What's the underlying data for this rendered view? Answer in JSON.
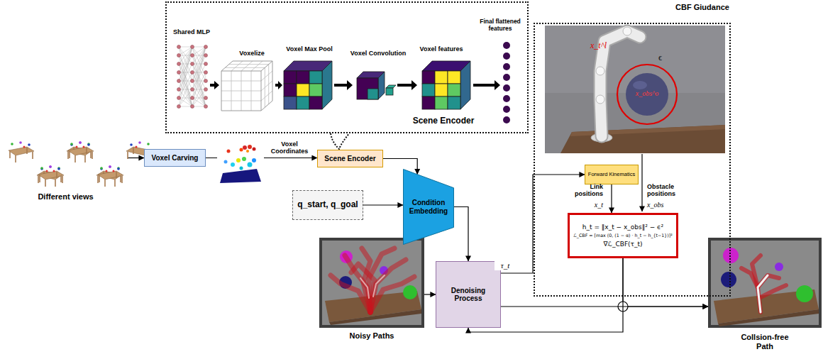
{
  "diagram": {
    "nodes": [
      {
        "text": [
          "Scene Encoder"
        ]
      },
      {
        "text": [
          "CBF Giudance"
        ]
      },
      {
        "text": [
          "Forward Kinematics"
        ],
        "in": 1
      },
      {
        "text": [
          "h_t = ‖x_t − x_obs‖² − ϵ²",
          "ℒ_CBF = [max (0, (1 − α) · h_t − h_{t−1})]²",
          "∇ℒ_CBF(τ_t)"
        ],
        "in": 1
      },
      {
        "text": [
          "Different views"
        ]
      },
      {
        "text": [
          "Voxel Carving"
        ]
      },
      {
        "text": [
          "Scene Encoder"
        ]
      },
      {
        "text": [
          "q_start, q_goal"
        ]
      },
      {
        "text": [
          "Condition Embedding"
        ]
      },
      {
        "text": [
          "Noisy Paths"
        ]
      },
      {
        "text": [
          "Denoising Process"
        ]
      },
      {
        "text": [
          "Collsion-free Path"
        ]
      }
    ],
    "edges": [
      {
        "from": 4,
        "to": 5,
        "arrow": "to"
      },
      {
        "from": 5,
        "to": 6,
        "label": "Voxel Coordinates",
        "arrow": "to"
      },
      {
        "from": 6,
        "to": 8,
        "arrow": "to"
      },
      {
        "from": 7,
        "to": 8,
        "arrow": "to"
      },
      {
        "from": 8,
        "to": 10,
        "arrow": "to"
      },
      {
        "from": 9,
        "to": 10,
        "arrow": "to"
      },
      {
        "from": 10,
        "to": 2,
        "label": "τ_t",
        "arrow": "to"
      },
      {
        "from": 2,
        "to": 3,
        "arrow": "to"
      },
      {
        "from": 10,
        "to": 11,
        "arrow": "to"
      },
      {
        "from": 3,
        "to": 11,
        "arrow": "to"
      },
      {
        "from": 3,
        "to": 10,
        "arrow": "to"
      }
    ],
    "labels": [
      "Shared MLP",
      "Voxelize",
      "Voxel Max Pool",
      "Voxel Convolution",
      "Voxel features",
      "Final flattened features",
      "x_t^l",
      "ϵ",
      "x_obs^o",
      "Link positions",
      "x_t",
      "Obstacle positions",
      "x_obs"
    ]
  }
}
